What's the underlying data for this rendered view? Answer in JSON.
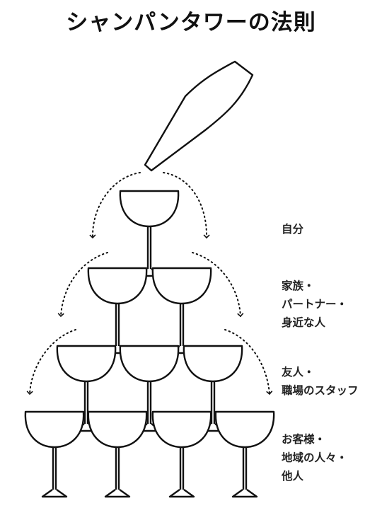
{
  "title": "シャンパンタワーの法則",
  "tiers": [
    {
      "level": 1,
      "glass_count": 1,
      "lines": [
        "自分"
      ]
    },
    {
      "level": 2,
      "glass_count": 2,
      "lines": [
        "家族・",
        "パートナー・",
        "身近な人"
      ]
    },
    {
      "level": 3,
      "glass_count": 3,
      "lines": [
        "友人・",
        "職場のスタッフ"
      ]
    },
    {
      "level": 4,
      "glass_count": 4,
      "lines": [
        "お客様・",
        "地域の人々・",
        "他人"
      ]
    }
  ],
  "icons": {
    "bottle": "champagne-bottle-icon",
    "glass": "coupe-glass-icon",
    "flow": "dotted-arrow"
  },
  "colors": {
    "ink": "#111111",
    "background": "#ffffff"
  }
}
